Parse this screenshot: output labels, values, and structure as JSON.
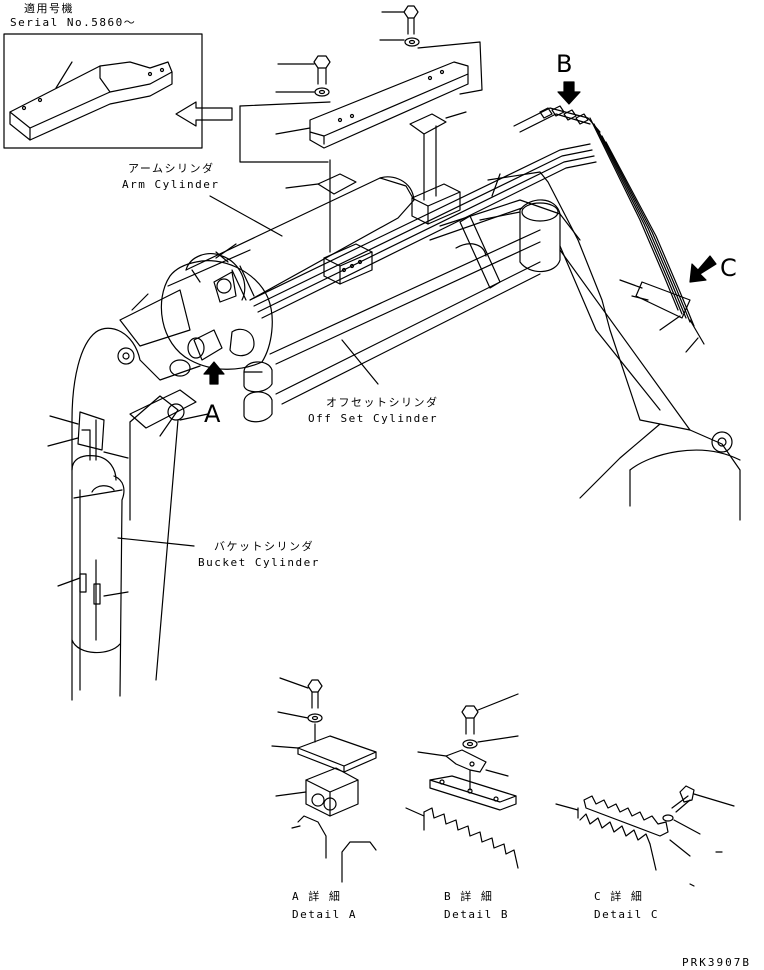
{
  "serial": {
    "applicable_jp": "適用号機",
    "serial_no": "Serial No.5860〜"
  },
  "labels": {
    "arm_cylinder_jp": "アームシリンダ",
    "arm_cylinder_en": "Arm Cylinder",
    "offset_cylinder_jp": "オフセットシリンダ",
    "offset_cylinder_en": "Off Set Cylinder",
    "bucket_cylinder_jp": "バケットシリンダ",
    "bucket_cylinder_en": "Bucket Cylinder"
  },
  "callouts": {
    "a": "A",
    "b": "B",
    "c": "C"
  },
  "details": {
    "a_jp": "A 詳 細",
    "a_en": "Detail A",
    "b_jp": "B 詳 細",
    "b_en": "Detail B",
    "c_jp": "C 詳 細",
    "c_en": "Detail C"
  },
  "drawing_no": "PRK3907B",
  "colors": {
    "ink": "#000000",
    "paper": "#ffffff"
  }
}
